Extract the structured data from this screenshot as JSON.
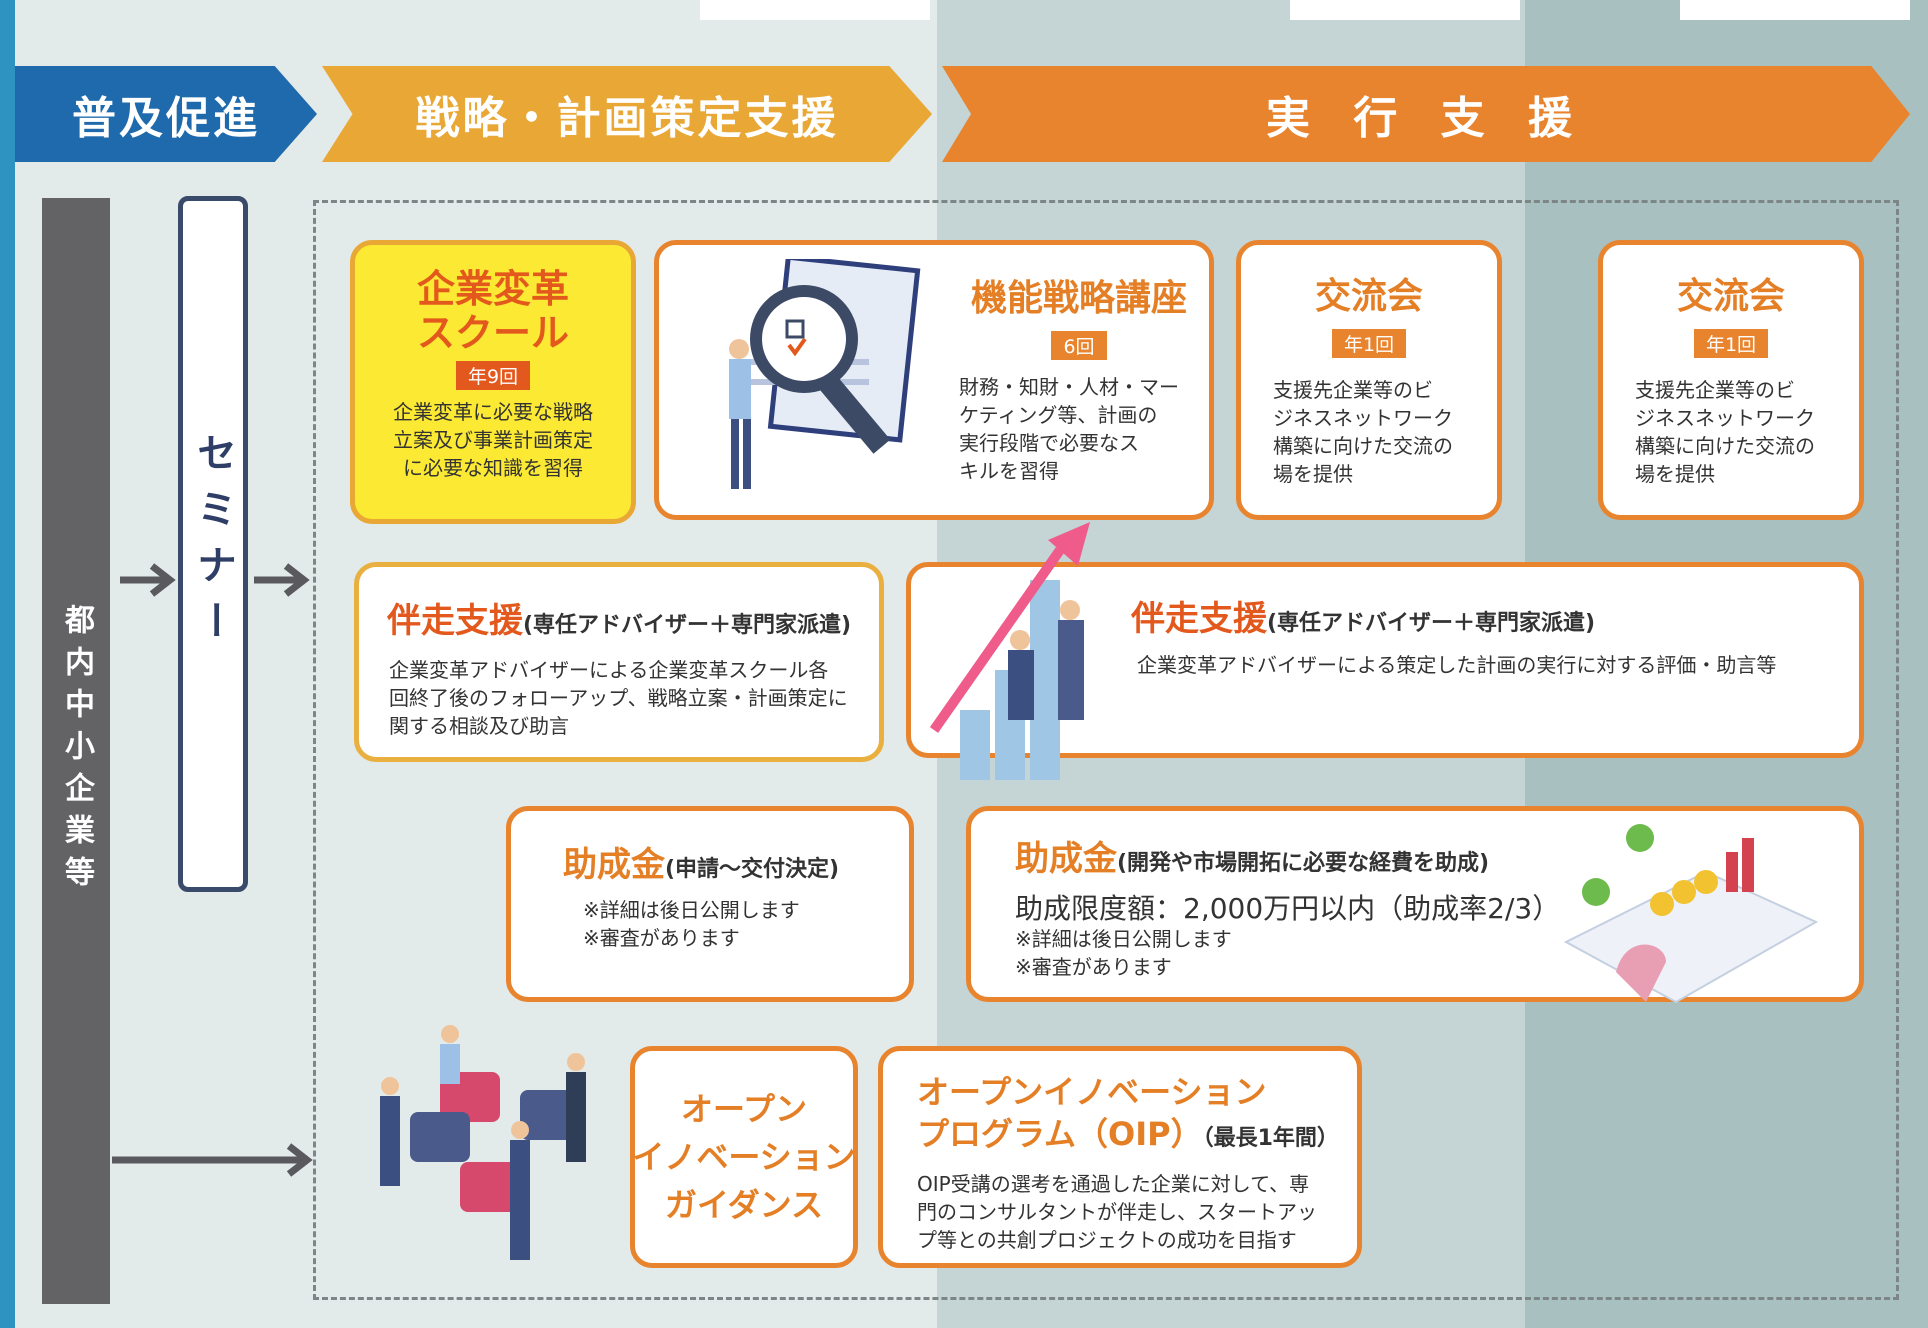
{
  "banners": {
    "promotion": "普及促進",
    "strategy": "戦略・計画策定支援",
    "execution": "実 行 支 援"
  },
  "left_bar": {
    "label": "都内中小企業等"
  },
  "seminar": {
    "label": "セミナー"
  },
  "school": {
    "title_line1": "企業変革",
    "title_line2": "スクール",
    "badge": "年9回",
    "desc": [
      "企業変革に必要な戦略",
      "立案及び事業計画策定",
      "に必要な知識を習得"
    ]
  },
  "function_course": {
    "title": "機能戦略講座",
    "badge": "6回",
    "desc": [
      "財務・知財・人材・マー",
      "ケティング等、計画の",
      "実行段階で必要なス",
      "キルを習得"
    ]
  },
  "exchange1": {
    "title": "交流会",
    "badge": "年1回",
    "desc": [
      "支援先企業等のビ",
      "ジネスネットワーク",
      "構築に向けた交流の",
      "場を提供"
    ]
  },
  "exchange2": {
    "title": "交流会",
    "badge": "年1回",
    "desc": [
      "支援先企業等のビ",
      "ジネスネットワーク",
      "構築に向けた交流の",
      "場を提供"
    ]
  },
  "accompany1": {
    "title": "伴走支援",
    "subtitle": "(専任アドバイザー＋専門家派遣)",
    "desc": [
      "企業変革アドバイザーによる企業変革スクール各",
      "回終了後のフォローアップ、戦略立案・計画策定に",
      "関する相談及び助言"
    ]
  },
  "accompany2": {
    "title": "伴走支援",
    "subtitle": "(専任アドバイザー＋専門家派遣)",
    "desc": [
      "企業変革アドバイザーによる策定した計画の実行に対する評価・助言等"
    ]
  },
  "subsidy1": {
    "title": "助成金",
    "subtitle": "(申請〜交付決定)",
    "notes": [
      "※詳細は後日公開します",
      "※審査があります"
    ]
  },
  "subsidy2": {
    "title": "助成金",
    "subtitle": "(開発や市場開拓に必要な経費を助成)",
    "limit": "助成限度額：2,000万円以内（助成率2/3）",
    "notes": [
      "※詳細は後日公開します",
      "※審査があります"
    ]
  },
  "oi_guidance": {
    "lines": [
      "オープン",
      "イノベーション",
      "ガイダンス"
    ]
  },
  "oip": {
    "title_line1": "オープンイノベーション",
    "title_line2": "プログラム（OIP）",
    "duration": "（最長1年間）",
    "desc": [
      "OIP受講の選考を通過した企業に対して、専",
      "門のコンサルタントが伴走し、スタートアッ",
      "プ等との共創プロジェクトの成功を目指す"
    ]
  },
  "colors": {
    "blue": "#1e6aad",
    "yellow": "#e9a735",
    "orange": "#e8832e",
    "title_red": "#e3581c"
  }
}
